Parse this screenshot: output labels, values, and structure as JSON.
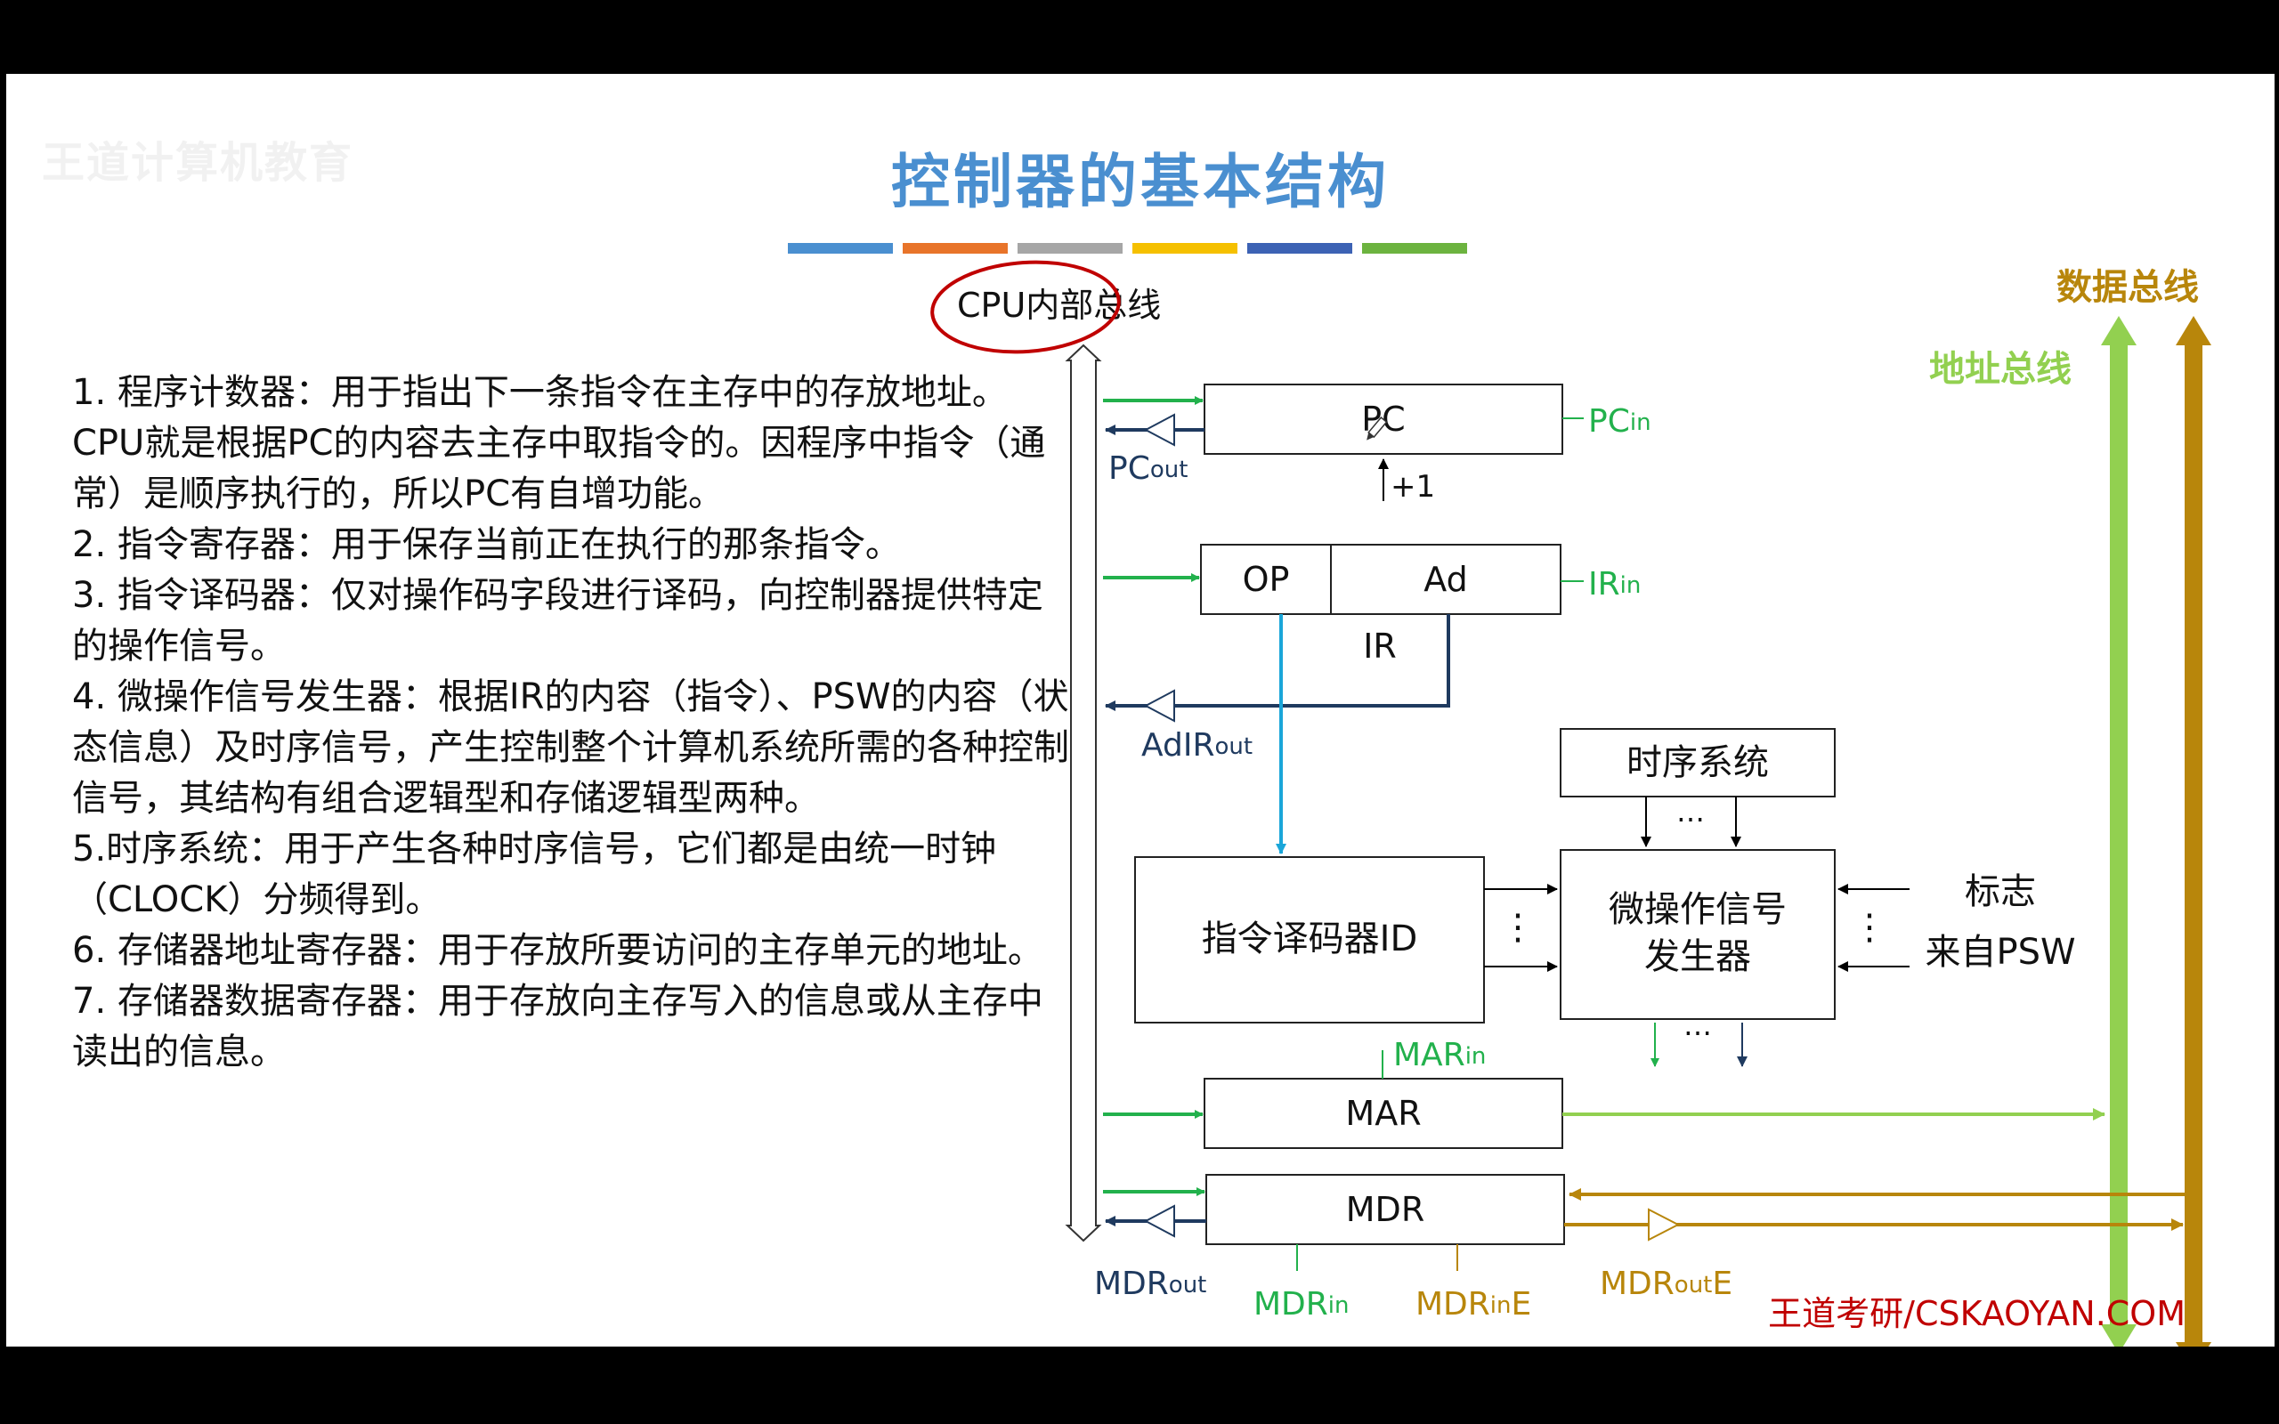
{
  "watermark": "王道计算机教育",
  "title": "控制器的基本结构",
  "colorbar": [
    "#4a8fd0",
    "#e8742a",
    "#a6a6a6",
    "#f5c000",
    "#3c62b4",
    "#6cb33f"
  ],
  "description": [
    "1. 程序计数器：用于指出下一条指令在主存中的存放地址。CPU就是根据PC的内容去主存中取指令的。因程序中指令（通常）是顺序执行的，所以PC有自增功能。",
    "2. 指令寄存器：用于保存当前正在执行的那条指令。",
    "3. 指令译码器：仅对操作码字段进行译码，向控制器提供特定的操作信号。",
    "4. 微操作信号发生器：根据IR的内容（指令）、PSW的内容（状态信息）及时序信号，产生控制整个计算机系统所需的各种控制信号，其结构有组合逻辑型和存储逻辑型两种。",
    "5.时序系统：用于产生各种时序信号，它们都是由统一时钟（CLOCK）分频得到。",
    "6. 存储器地址寄存器：用于存放所要访问的主存单元的地址。",
    "7. 存储器数据寄存器：用于存放向主存写入的信息或从主存中读出的信息。"
  ],
  "diagram": {
    "cpu_bus_label": "CPU内部总线",
    "data_bus_label": "数据总线",
    "address_bus_label": "地址总线",
    "pc_label": "PC",
    "pc_in": "PC",
    "pc_in_sub": "in",
    "pc_out": "PC",
    "pc_out_sub": "out",
    "plus_one": "+1",
    "ir_op": "OP",
    "ir_ad": "Ad",
    "ir_label": "IR",
    "ir_in": "IR",
    "ir_in_sub": "in",
    "adir_out": "AdIR",
    "adir_out_sub": "out",
    "timing_system": "时序系统",
    "ellipsis": "…",
    "vdots": "⋮",
    "decoder": "指令译码器ID",
    "signal_gen_line1": "微操作信号",
    "signal_gen_line2": "发生器",
    "flag": "标志",
    "from_psw": "来自PSW",
    "mar_label": "MAR",
    "mar_in": "MAR",
    "mar_in_sub": "in",
    "mdr_label": "MDR",
    "mdr_out": "MDR",
    "mdr_out_sub": "out",
    "mdr_in": "MDR",
    "mdr_in_sub": "in",
    "mdr_ine": "MDR",
    "mdr_ine_sub": "in",
    "mdr_ine_suffix": "E",
    "mdr_oute": "MDR",
    "mdr_oute_sub": "out",
    "mdr_oute_suffix": "E",
    "credit": "王道考研/CSKAOYAN.COM"
  },
  "colors": {
    "green": "#22b14c",
    "light_green": "#92d050",
    "navy": "#1f3a5f",
    "cyan": "#1aa6d9",
    "gold": "#b8860b",
    "red": "#c00000"
  }
}
